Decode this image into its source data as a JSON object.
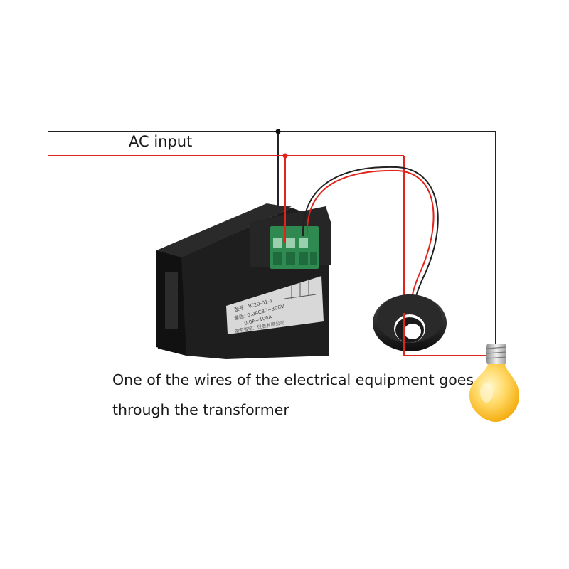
{
  "labels": {
    "ac_input": "AC input",
    "caption_line1": "One of the wires of the electrical equipment goes",
    "caption_line2": "through the transformer"
  },
  "meter": {
    "model_line": "型号: AC20-01-1",
    "range_line": "量程: 0.0AC80~300V",
    "current_line": "0.0A~100A",
    "maker_line": "湖南省电工仪表有限公司"
  },
  "colors": {
    "neutral_wire": "#222222",
    "live_wire": "#e0231b",
    "meter_body": "#1e1e1e",
    "terminal_green": "#2f8a52",
    "bulb_glow": "#ffcf52"
  },
  "icons": {
    "meter": "panel-meter-icon",
    "transformer": "current-transformer-ring-icon",
    "bulb": "light-bulb-icon"
  }
}
